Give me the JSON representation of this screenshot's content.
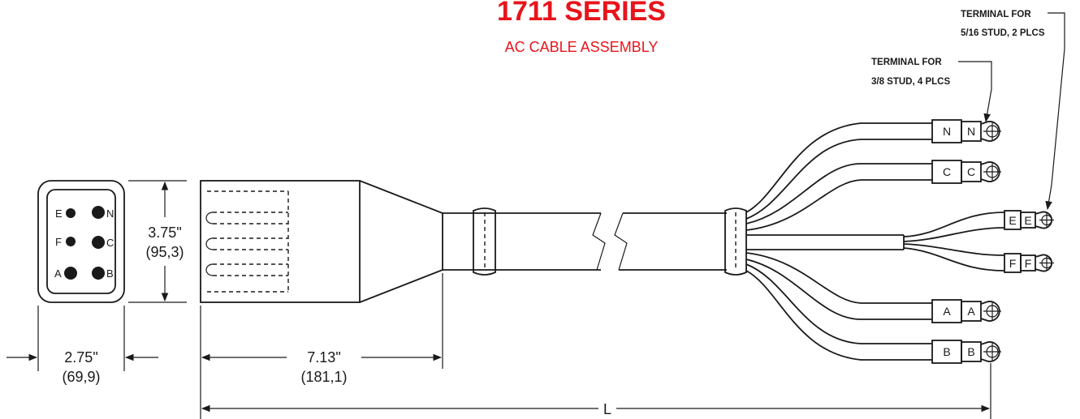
{
  "title": "1711 SERIES",
  "subtitle": "AC CABLE ASSEMBLY",
  "colors": {
    "accent": "#e8141b",
    "line": "#1a1a1a"
  },
  "callouts": {
    "terminal_3_8": {
      "line1": "TERMINAL FOR",
      "line2": "3/8 STUD, 4 PLCS"
    },
    "terminal_5_16": {
      "line1": "TERMINAL FOR",
      "line2": "5/16 STUD, 2 PLCS"
    }
  },
  "dimensions": {
    "height": {
      "in": "3.75\"",
      "mm": "(95,3)"
    },
    "width": {
      "in": "2.75\"",
      "mm": "(69,9)"
    },
    "body_length": {
      "in": "7.13\"",
      "mm": "(181,1)"
    },
    "overall_length": "L"
  },
  "connector_pins": [
    "E",
    "N",
    "F",
    "C",
    "A",
    "B"
  ],
  "leads": [
    "N",
    "C",
    "E",
    "F",
    "A",
    "B"
  ]
}
